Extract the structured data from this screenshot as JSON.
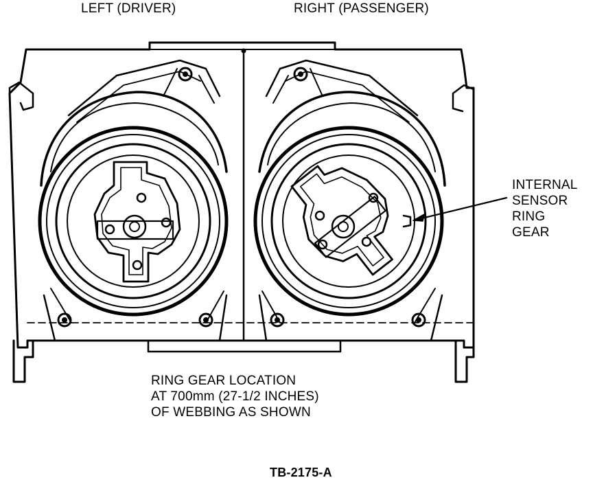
{
  "labels": {
    "left": "LEFT (DRIVER)",
    "right": "RIGHT (PASSENGER)"
  },
  "callout": {
    "lines": [
      "INTERNAL",
      "SENSOR",
      "RING",
      "GEAR"
    ]
  },
  "caption": {
    "lines": [
      "RING GEAR LOCATION",
      "AT 700mm (27-1/2 INCHES)",
      "OF WEBBING AS SHOWN"
    ]
  },
  "figure_id": "TB-2175-A"
}
